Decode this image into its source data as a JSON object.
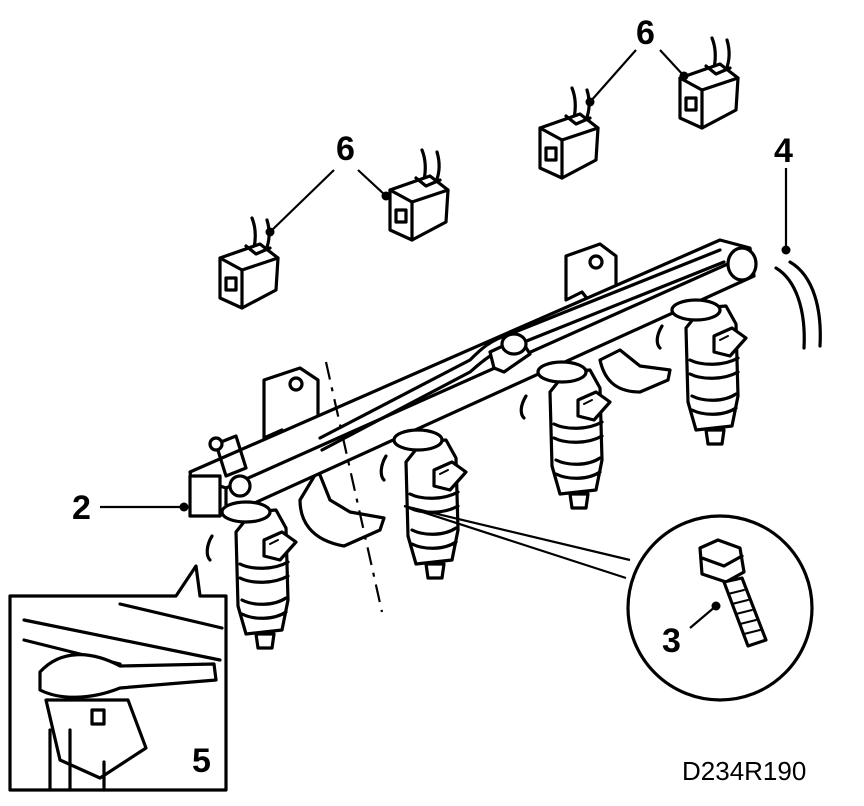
{
  "callouts": {
    "c2": "2",
    "c3": "3",
    "c4": "4",
    "c5": "5",
    "c6a": "6",
    "c6b": "6"
  },
  "figure_code": "D234R190"
}
